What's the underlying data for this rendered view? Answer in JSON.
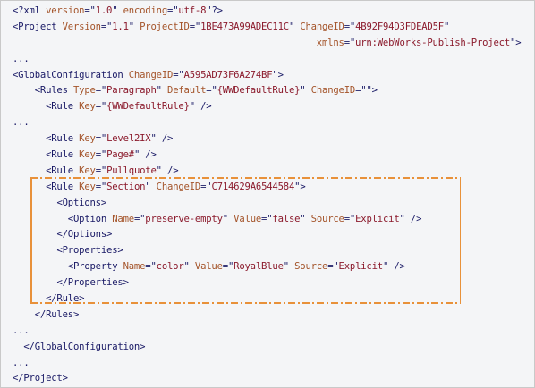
{
  "colors": {
    "tag": "#1a1a66",
    "attribute": "#a4542a",
    "value": "#8b1a2c",
    "highlight": "#e8913a",
    "background": "#f4f5f7"
  },
  "lines": [
    {
      "indent": 0,
      "segs": [
        [
          "pun",
          "<?xml "
        ],
        [
          "attr",
          "version"
        ],
        [
          "pun",
          "=\""
        ],
        [
          "val",
          "1.0"
        ],
        [
          "pun",
          "\" "
        ],
        [
          "attr",
          "encoding"
        ],
        [
          "pun",
          "=\""
        ],
        [
          "val",
          "utf-8"
        ],
        [
          "pun",
          "\"?>"
        ]
      ]
    },
    {
      "indent": 0,
      "segs": [
        [
          "tag",
          "<Project "
        ],
        [
          "attr",
          "Version"
        ],
        [
          "pun",
          "=\""
        ],
        [
          "val",
          "1.1"
        ],
        [
          "pun",
          "\" "
        ],
        [
          "attr",
          "ProjectID"
        ],
        [
          "pun",
          "=\""
        ],
        [
          "val",
          "1BE473A99ADEC11C"
        ],
        [
          "pun",
          "\" "
        ],
        [
          "attr",
          "ChangeID"
        ],
        [
          "pun",
          "=\""
        ],
        [
          "val",
          "4B92F94D3FDEAD5F"
        ],
        [
          "pun",
          "\""
        ]
      ]
    },
    {
      "indent": 55,
      "segs": [
        [
          "attr",
          "xmlns"
        ],
        [
          "pun",
          "=\""
        ],
        [
          "val",
          "urn:WebWorks-Publish-Project"
        ],
        [
          "pun",
          "\">"
        ]
      ]
    },
    {
      "indent": 0,
      "segs": [
        [
          "dots",
          "..."
        ]
      ]
    },
    {
      "indent": 0,
      "segs": [
        [
          "tag",
          "<GlobalConfiguration "
        ],
        [
          "attr",
          "ChangeID"
        ],
        [
          "pun",
          "=\""
        ],
        [
          "val",
          "A595AD73F6A274BF"
        ],
        [
          "pun",
          "\">"
        ]
      ]
    },
    {
      "indent": 4,
      "segs": [
        [
          "tag",
          "<Rules "
        ],
        [
          "attr",
          "Type"
        ],
        [
          "pun",
          "=\""
        ],
        [
          "val",
          "Paragraph"
        ],
        [
          "pun",
          "\" "
        ],
        [
          "attr",
          "Default"
        ],
        [
          "pun",
          "=\""
        ],
        [
          "val",
          "{WWDefaultRule}"
        ],
        [
          "pun",
          "\" "
        ],
        [
          "attr",
          "ChangeID"
        ],
        [
          "pun",
          "=\"\">"
        ]
      ]
    },
    {
      "indent": 6,
      "segs": [
        [
          "tag",
          "<Rule "
        ],
        [
          "attr",
          "Key"
        ],
        [
          "pun",
          "=\""
        ],
        [
          "val",
          "{WWDefaultRule}"
        ],
        [
          "pun",
          "\" />"
        ]
      ]
    },
    {
      "indent": 0,
      "segs": [
        [
          "dots",
          "..."
        ]
      ]
    },
    {
      "indent": 6,
      "segs": [
        [
          "tag",
          "<Rule "
        ],
        [
          "attr",
          "Key"
        ],
        [
          "pun",
          "=\""
        ],
        [
          "val",
          "Level2IX"
        ],
        [
          "pun",
          "\" />"
        ]
      ]
    },
    {
      "indent": 6,
      "segs": [
        [
          "tag",
          "<Rule "
        ],
        [
          "attr",
          "Key"
        ],
        [
          "pun",
          "=\""
        ],
        [
          "val",
          "Page#"
        ],
        [
          "pun",
          "\" />"
        ]
      ]
    },
    {
      "indent": 6,
      "segs": [
        [
          "tag",
          "<Rule "
        ],
        [
          "attr",
          "Key"
        ],
        [
          "pun",
          "=\""
        ],
        [
          "val",
          "Pullquote"
        ],
        [
          "pun",
          "\" />"
        ]
      ]
    },
    {
      "indent": 6,
      "segs": [
        [
          "tag",
          "<Rule "
        ],
        [
          "attr",
          "Key"
        ],
        [
          "pun",
          "=\""
        ],
        [
          "val",
          "Section"
        ],
        [
          "pun",
          "\" "
        ],
        [
          "attr",
          "ChangeID"
        ],
        [
          "pun",
          "=\""
        ],
        [
          "val",
          "C714629A6544584"
        ],
        [
          "pun",
          "\">"
        ]
      ]
    },
    {
      "indent": 8,
      "segs": [
        [
          "tag",
          "<Options>"
        ]
      ]
    },
    {
      "indent": 10,
      "segs": [
        [
          "tag",
          "<Option "
        ],
        [
          "attr",
          "Name"
        ],
        [
          "pun",
          "=\""
        ],
        [
          "val",
          "preserve-empty"
        ],
        [
          "pun",
          "\" "
        ],
        [
          "attr",
          "Value"
        ],
        [
          "pun",
          "=\""
        ],
        [
          "val",
          "false"
        ],
        [
          "pun",
          "\" "
        ],
        [
          "attr",
          "Source"
        ],
        [
          "pun",
          "=\""
        ],
        [
          "val",
          "Explicit"
        ],
        [
          "pun",
          "\" />"
        ]
      ]
    },
    {
      "indent": 8,
      "segs": [
        [
          "tag",
          "</Options>"
        ]
      ]
    },
    {
      "indent": 8,
      "segs": [
        [
          "tag",
          "<Properties>"
        ]
      ]
    },
    {
      "indent": 10,
      "segs": [
        [
          "tag",
          "<Property "
        ],
        [
          "attr",
          "Name"
        ],
        [
          "pun",
          "=\""
        ],
        [
          "val",
          "color"
        ],
        [
          "pun",
          "\" "
        ],
        [
          "attr",
          "Value"
        ],
        [
          "pun",
          "=\""
        ],
        [
          "val",
          "RoyalBlue"
        ],
        [
          "pun",
          "\" "
        ],
        [
          "attr",
          "Source"
        ],
        [
          "pun",
          "=\""
        ],
        [
          "val",
          "Explicit"
        ],
        [
          "pun",
          "\" />"
        ]
      ]
    },
    {
      "indent": 8,
      "segs": [
        [
          "tag",
          "</Properties>"
        ]
      ]
    },
    {
      "indent": 6,
      "segs": [
        [
          "tag",
          "</Rule>"
        ]
      ]
    },
    {
      "indent": 4,
      "segs": [
        [
          "tag",
          "</Rules>"
        ]
      ]
    },
    {
      "indent": 0,
      "segs": [
        [
          "dots",
          "..."
        ]
      ]
    },
    {
      "indent": 2,
      "segs": [
        [
          "tag",
          "</GlobalConfiguration>"
        ]
      ]
    },
    {
      "indent": 0,
      "segs": [
        [
          "dots",
          "..."
        ]
      ]
    },
    {
      "indent": 0,
      "segs": [
        [
          "tag",
          "</Project>"
        ]
      ]
    }
  ]
}
